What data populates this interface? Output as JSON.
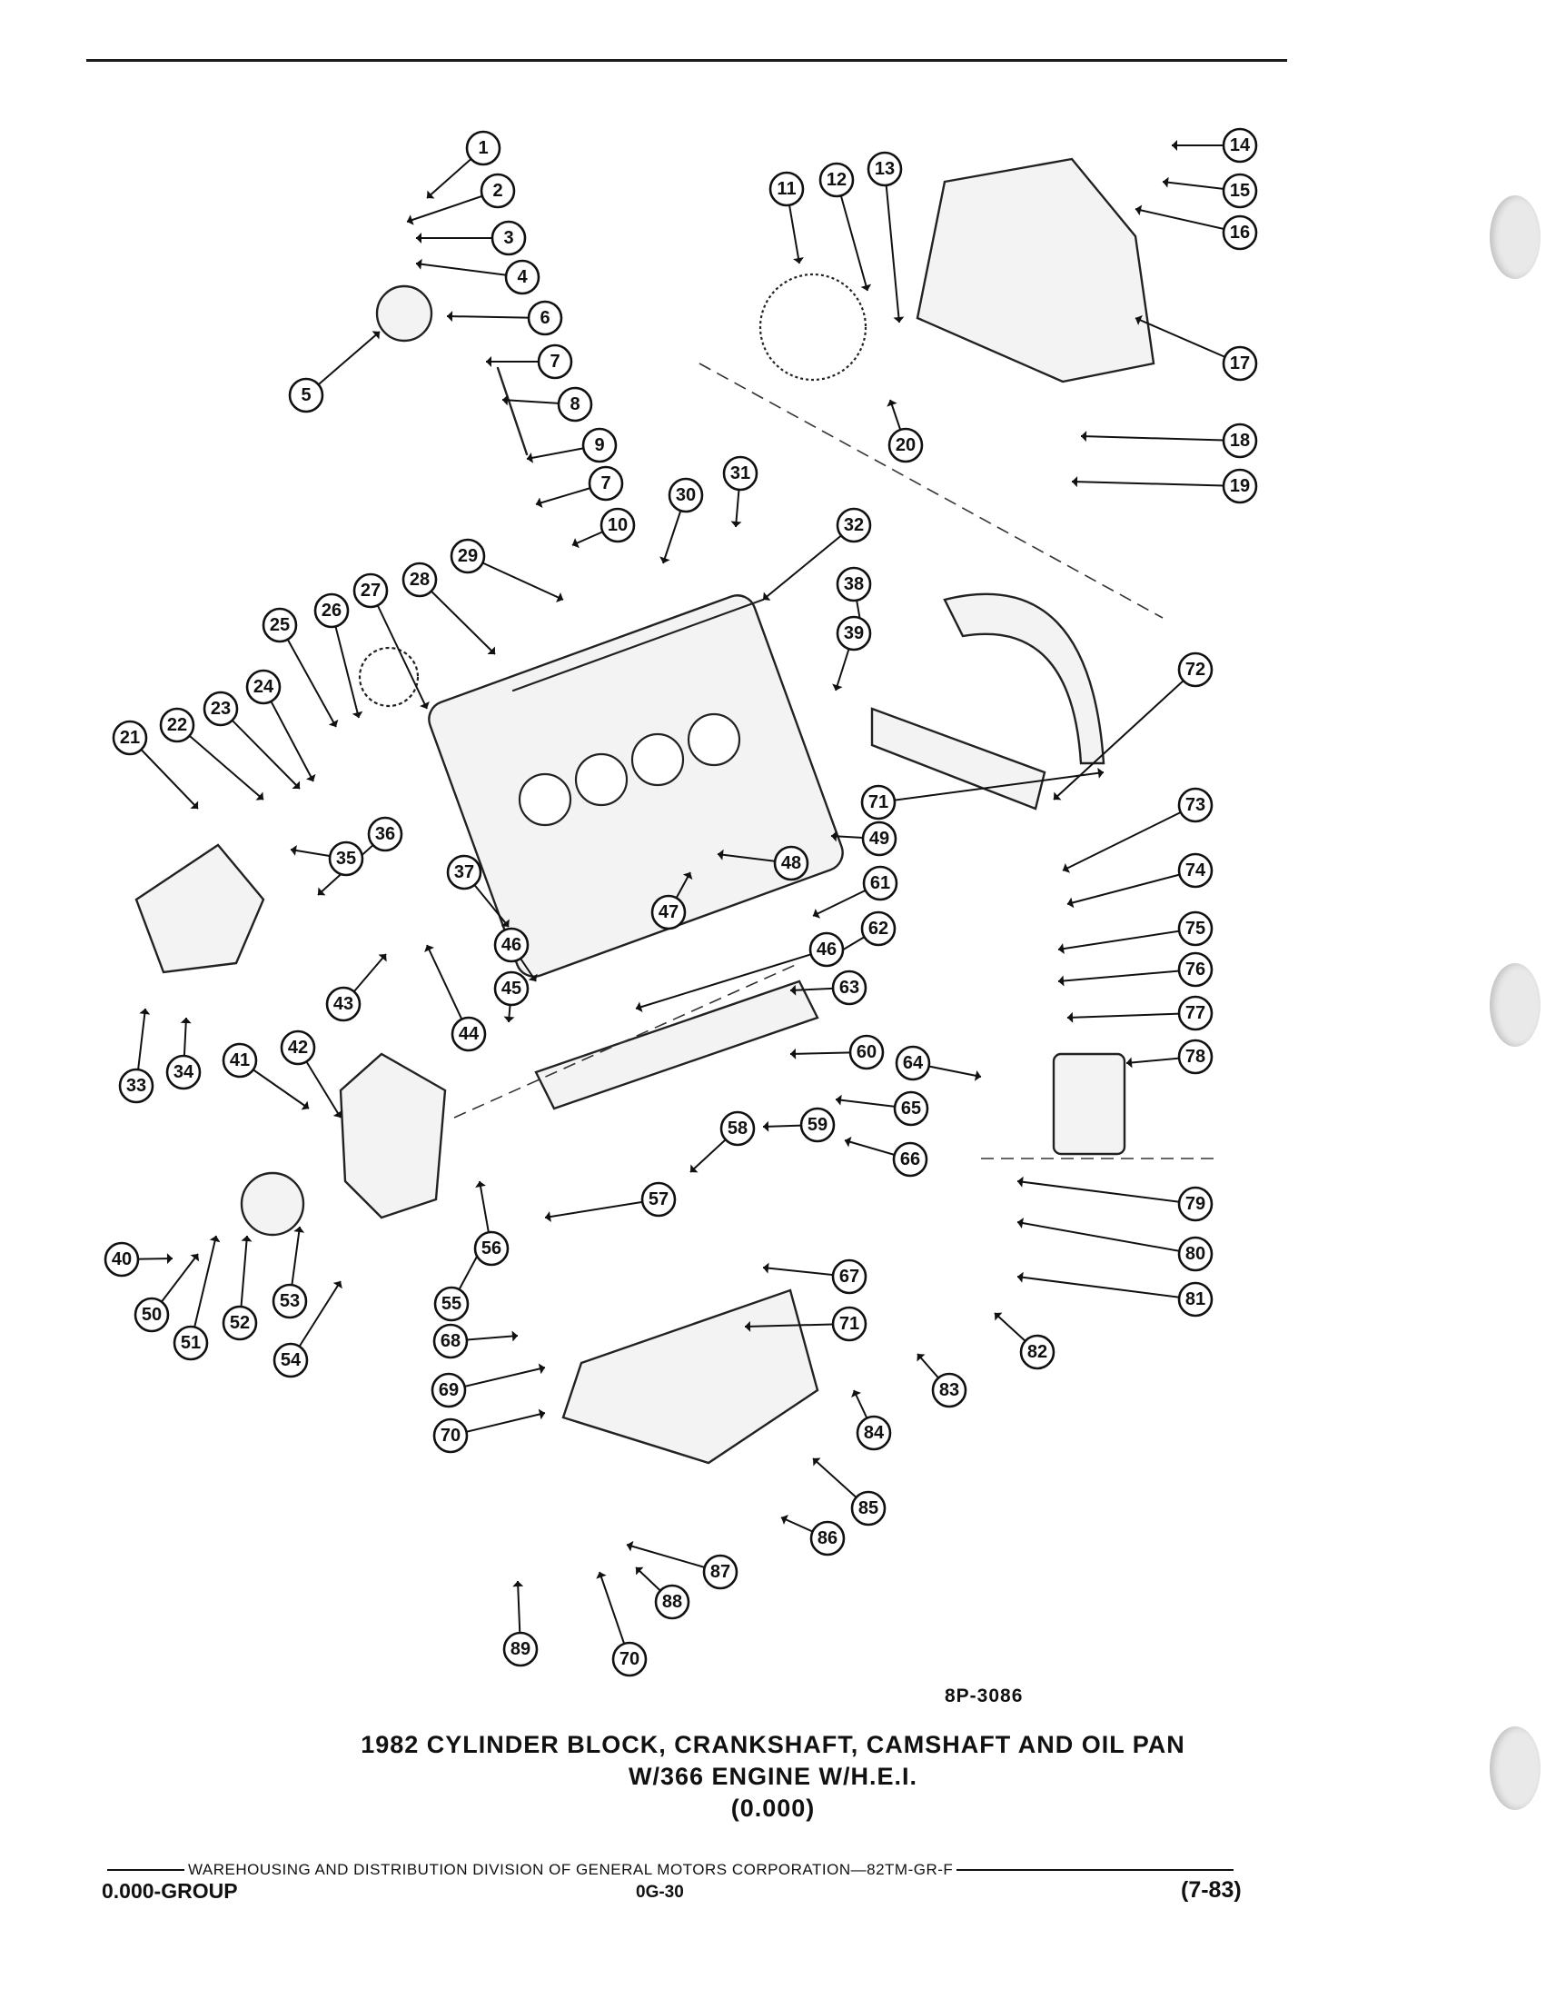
{
  "figure": {
    "id_label": "8P-3086",
    "title_line1": "1982 CYLINDER BLOCK, CRANKSHAFT, CAMSHAFT AND OIL PAN",
    "title_line2": "W/366 ENGINE W/H.E.I.",
    "title_line3": "(0.000)"
  },
  "footer": {
    "publisher_line": "WAREHOUSING AND DISTRIBUTION  DIVISION OF GENERAL MOTORS CORPORATION—82TM-GR-F",
    "group": "0.000-GROUP",
    "page_number": "0G-30",
    "date_code": "(7-83)"
  },
  "callouts": [
    "1",
    "2",
    "3",
    "4",
    "5",
    "6",
    "7",
    "8",
    "9",
    "7",
    "10",
    "11",
    "12",
    "13",
    "14",
    "15",
    "16",
    "17",
    "18",
    "19",
    "20",
    "21",
    "22",
    "23",
    "24",
    "25",
    "26",
    "27",
    "28",
    "29",
    "30",
    "31",
    "32",
    "33",
    "34",
    "35",
    "36",
    "37",
    "38",
    "39",
    "40",
    "41",
    "42",
    "43",
    "44",
    "45",
    "46",
    "46",
    "47",
    "48",
    "49",
    "50",
    "51",
    "52",
    "53",
    "54",
    "55",
    "56",
    "57",
    "58",
    "59",
    "60",
    "61",
    "62",
    "63",
    "64",
    "65",
    "66",
    "67",
    "68",
    "69",
    "70",
    "70",
    "71",
    "71",
    "72",
    "73",
    "74",
    "75",
    "76",
    "77",
    "78",
    "79",
    "80",
    "81",
    "82",
    "83",
    "84",
    "85",
    "86",
    "87",
    "88",
    "89"
  ]
}
